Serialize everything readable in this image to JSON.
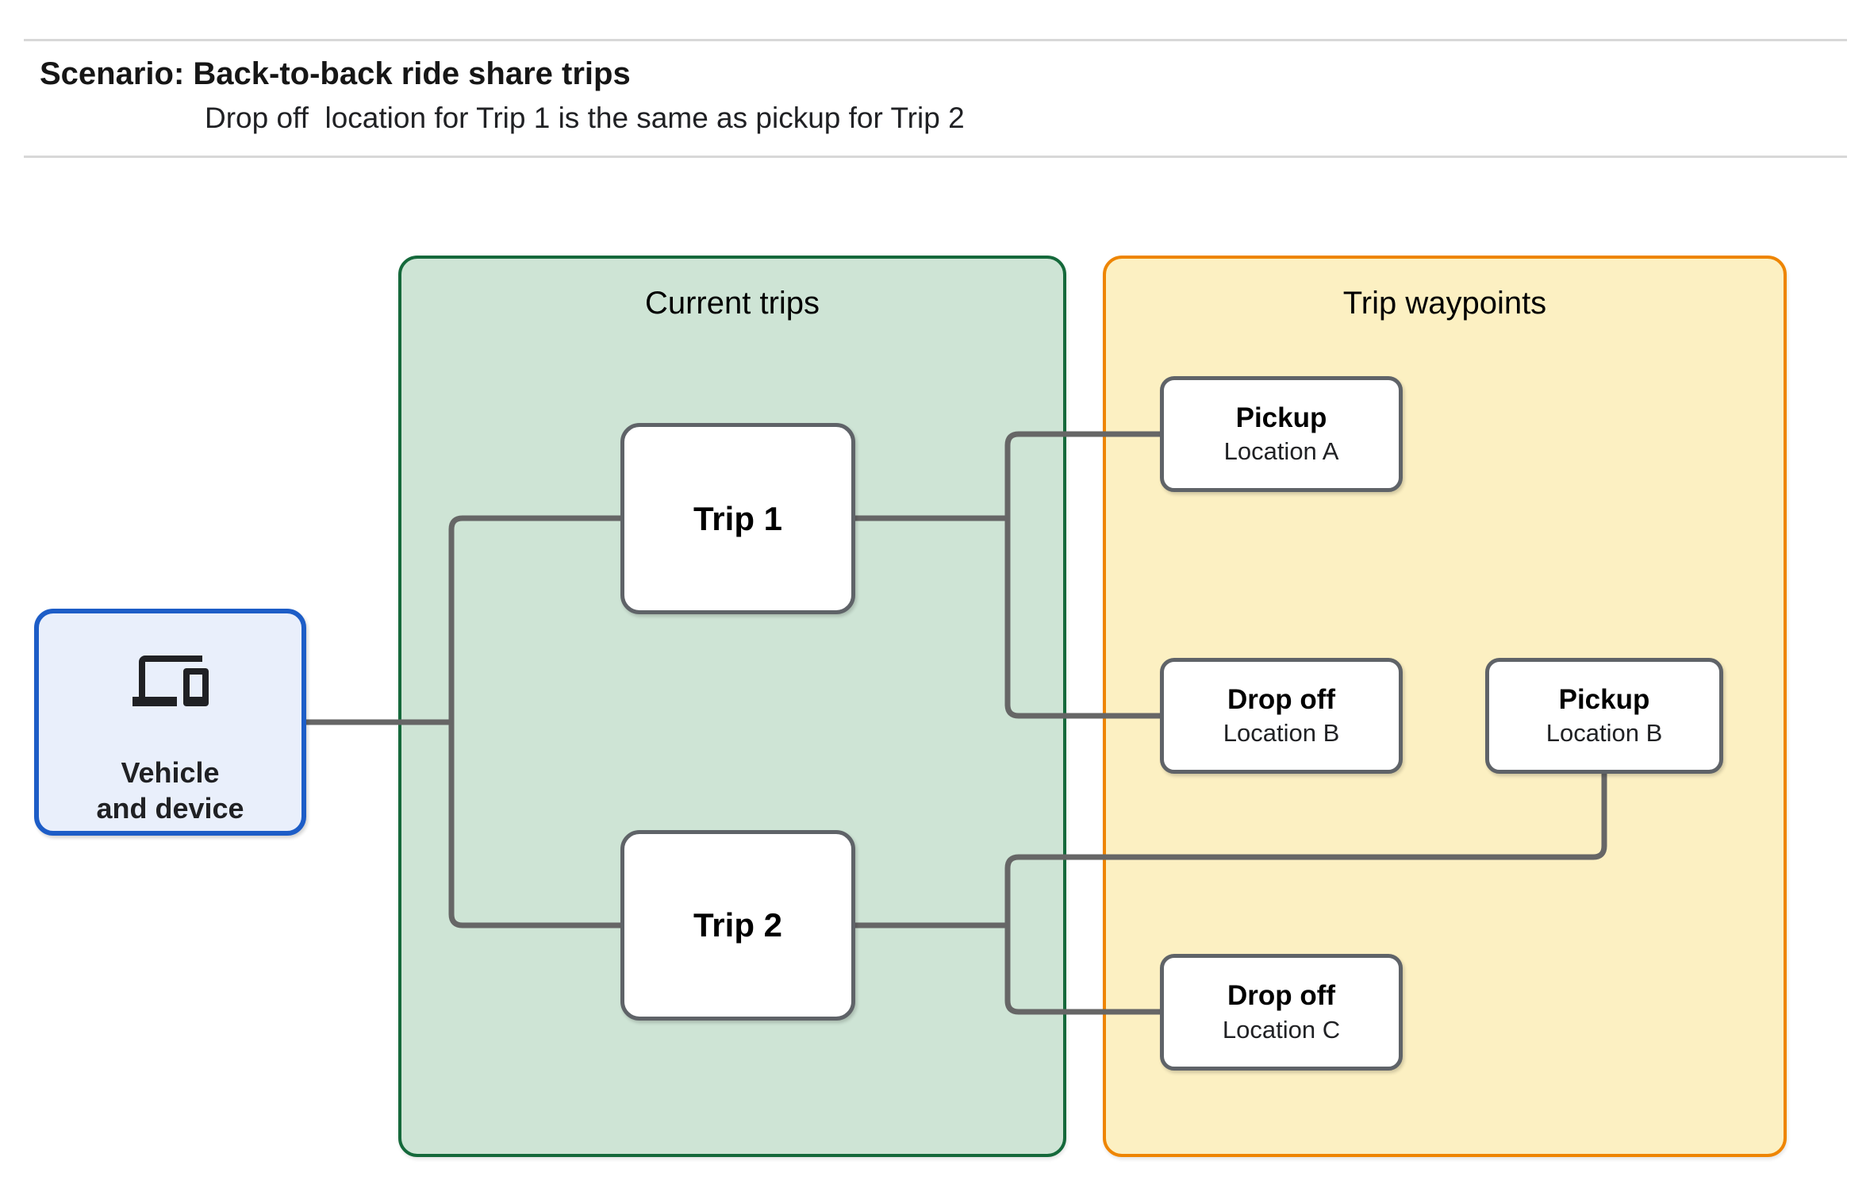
{
  "header": {
    "title": "Scenario: Back-to-back ride share trips",
    "subtitle": "Drop off  location for Trip 1 is the same as pickup for Trip 2"
  },
  "vehicle": {
    "line1": "Vehicle",
    "line2": "and device",
    "icon": "devices-icon"
  },
  "panels": {
    "current_trips": {
      "title": "Current trips"
    },
    "trip_waypoints": {
      "title": "Trip waypoints"
    }
  },
  "trips": [
    {
      "label": "Trip 1"
    },
    {
      "label": "Trip 2"
    }
  ],
  "waypoints": [
    {
      "title": "Pickup",
      "subtitle": "Location A"
    },
    {
      "title": "Drop off",
      "subtitle": "Location B"
    },
    {
      "title": "Pickup",
      "subtitle": "Location B"
    },
    {
      "title": "Drop off",
      "subtitle": "Location C"
    }
  ],
  "colors": {
    "page-bg": "#ffffff",
    "rule": "#d8d8d8",
    "text": "#161616",
    "subtext": "#202124",
    "connector": "#666666",
    "node-border": "#5f6368",
    "node-fill": "#ffffff",
    "green-fill": "#cee4d5",
    "green-border": "#15693b",
    "yellow-fill": "#fcf0c2",
    "yellow-border": "#ee8502",
    "blue-fill": "#e9effb",
    "blue-border": "#1d5dc7",
    "icon": "#202124"
  }
}
